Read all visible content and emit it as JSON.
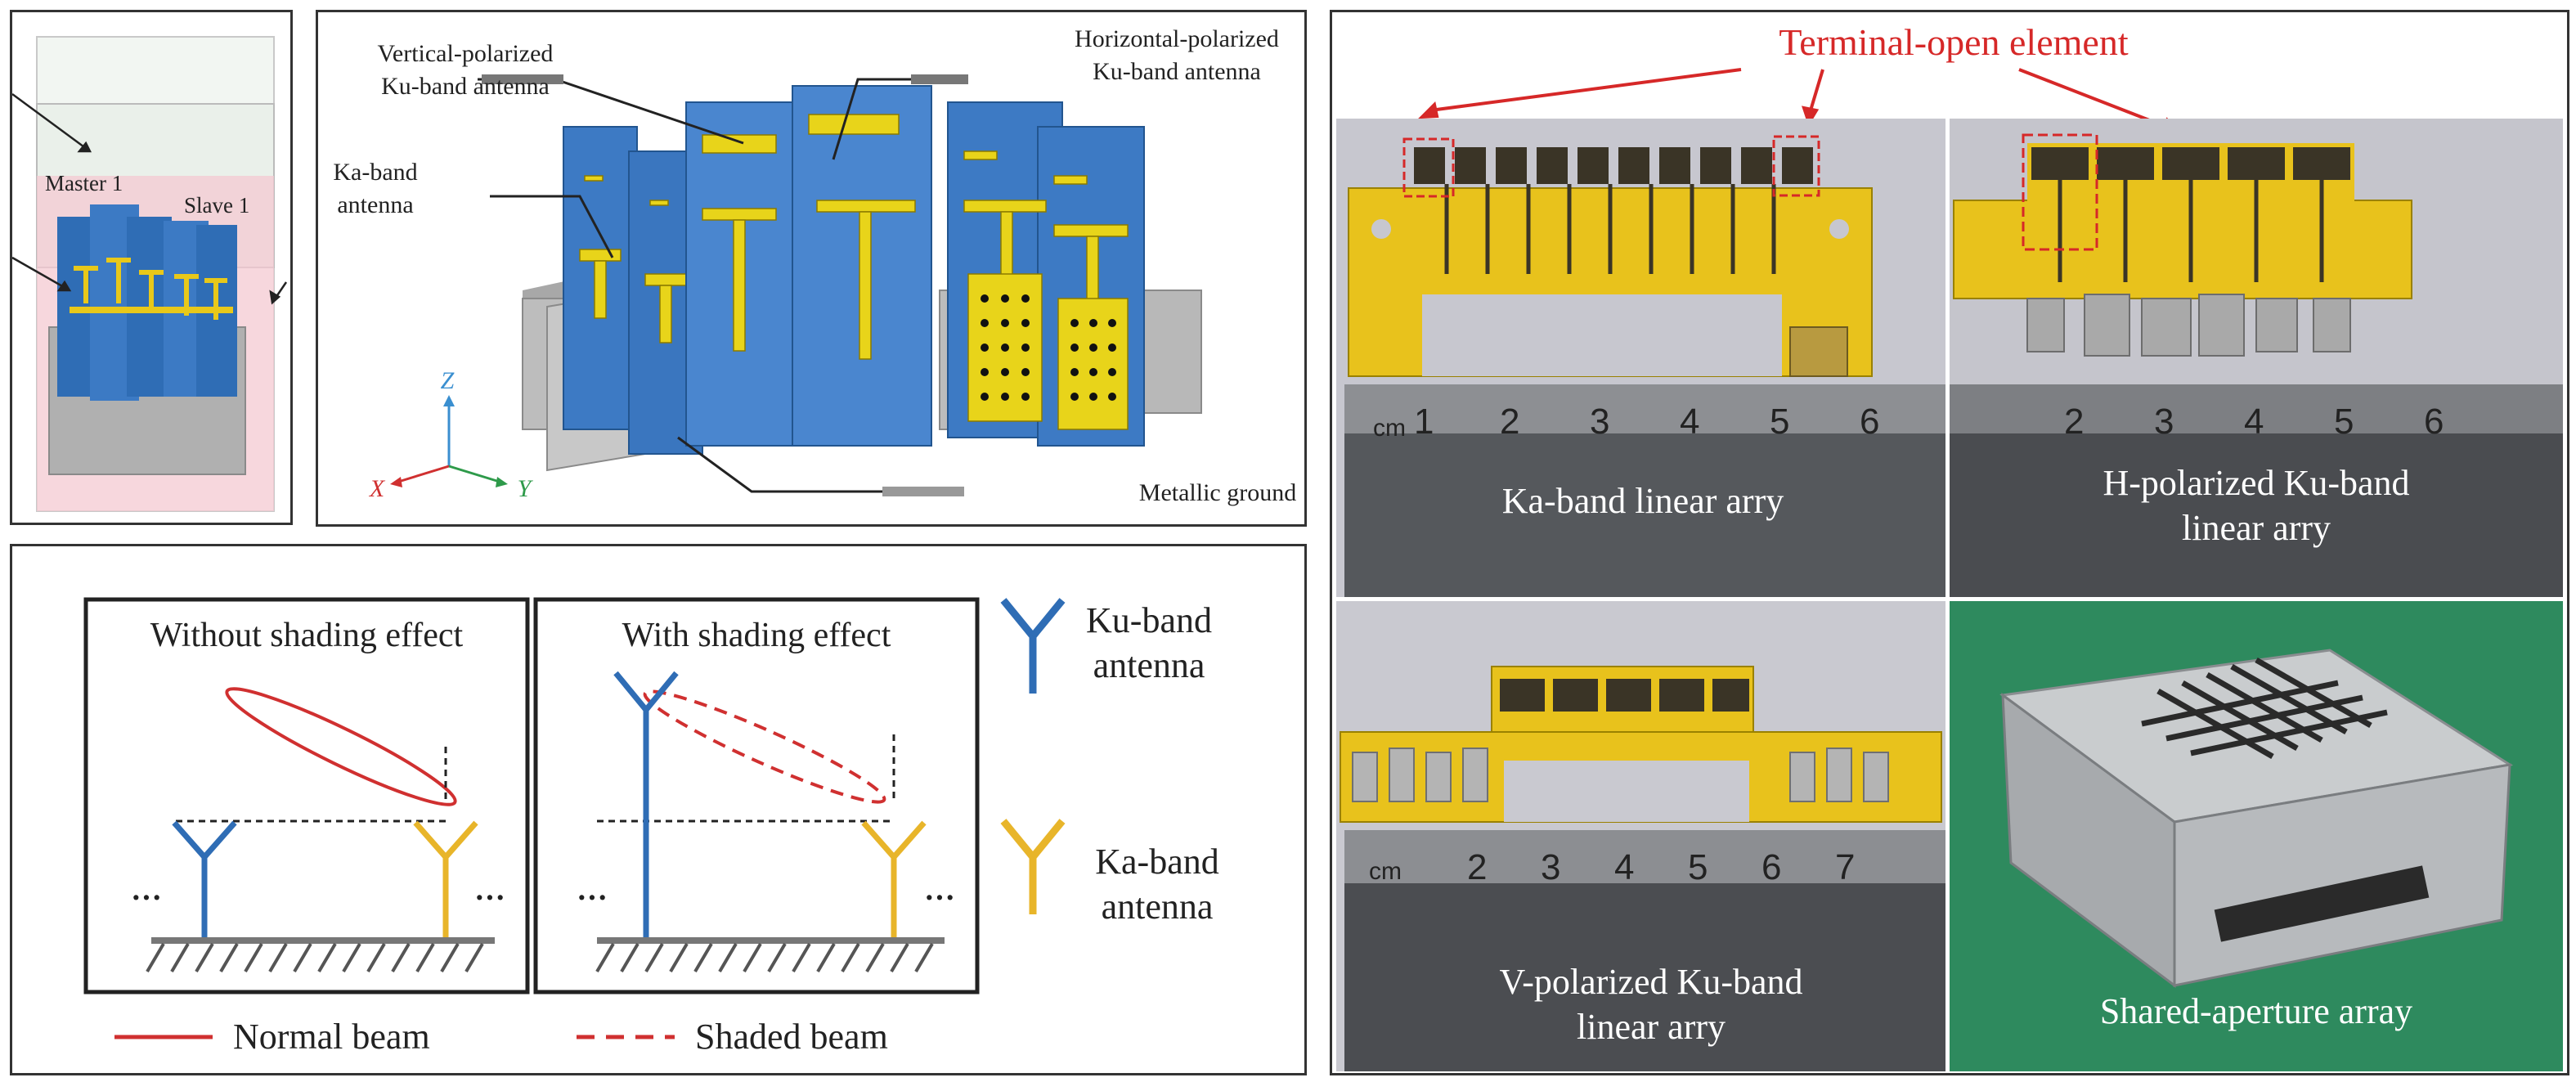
{
  "figure": {
    "sim_model": {
      "master_label": "Master 1",
      "slave_label": "Slave 1"
    },
    "antenna_model": {
      "vertical_label_line1": "Vertical-polarized",
      "vertical_label_line2": "Ku-band antenna",
      "horizontal_label_line1": "Horizontal-polarized",
      "horizontal_label_line2": "Ku-band antenna",
      "ka_label_line1": "Ka-band",
      "ka_label_line2": "antenna",
      "ground_label": "Metallic ground",
      "axis_z": "Z",
      "axis_x": "X",
      "axis_y": "Y"
    },
    "shading": {
      "without_title": "Without shading effect",
      "with_title": "With shading effect",
      "ellipsis": "···",
      "ku_legend_line1": "Ku-band",
      "ku_legend_line2": "antenna",
      "ka_legend_line1": "Ka-band",
      "ka_legend_line2": "antenna",
      "normal_beam": "Normal beam",
      "shaded_beam": "Shaded beam"
    },
    "photos": {
      "terminal_open_label": "Terminal-open element",
      "ka_array_label": "Ka-band linear arry",
      "h_array_line1": "H-polarized Ku-band",
      "h_array_line2": "linear arry",
      "v_array_line1": "V-polarized Ku-band",
      "v_array_line2": "linear arry",
      "shared_label": "Shared-aperture array",
      "ruler_cm": "cm",
      "ruler_ticks_a": [
        "1",
        "2",
        "3",
        "4",
        "5",
        "6"
      ],
      "ruler_ticks_b": [
        "2",
        "3",
        "4",
        "5",
        "6"
      ],
      "ruler_ticks_c": [
        "2",
        "3",
        "4",
        "5",
        "6",
        "7"
      ]
    }
  },
  "colors": {
    "ku_blue": "#2f6db5",
    "ka_yellow": "#e8b52a",
    "beam_red": "#d03030",
    "label_red": "#d62828",
    "fr4_yellow": "#e9c21c",
    "metal_gray": "#bfbfbf",
    "green_bg": "#2e8a5e"
  }
}
